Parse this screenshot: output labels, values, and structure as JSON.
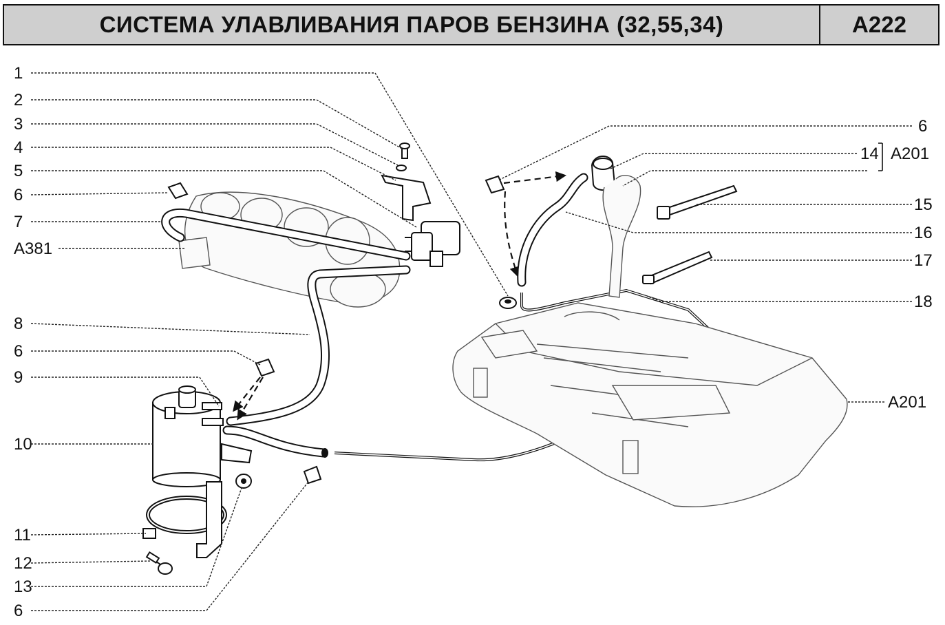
{
  "header": {
    "title": "СИСТЕМА УЛАВЛИВАНИЯ ПАРОВ БЕНЗИНА (32,55,34)",
    "code": "A222"
  },
  "callouts_left": [
    "1",
    "2",
    "3",
    "4",
    "5",
    "6",
    "7",
    "A381",
    "8",
    "6",
    "9",
    "10",
    "11",
    "12",
    "13",
    "6"
  ],
  "callouts_right": [
    "6",
    "14",
    "A201",
    "15",
    "16",
    "17",
    "18",
    "A201"
  ]
}
